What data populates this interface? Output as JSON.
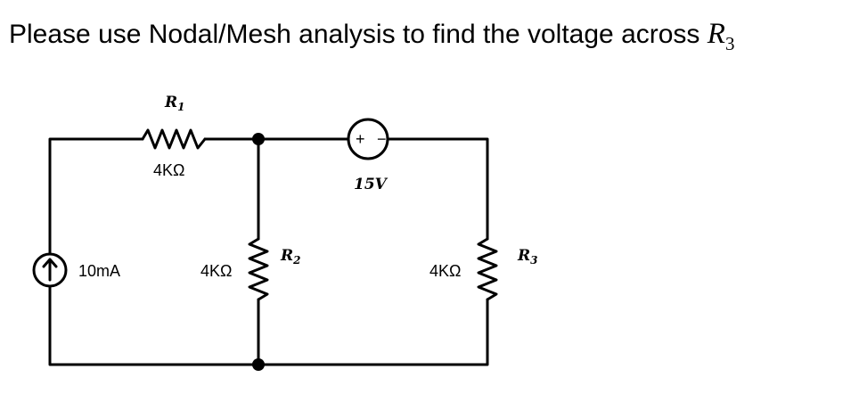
{
  "question": {
    "text": "Please use Nodal/Mesh analysis to find the voltage across ",
    "symbol": "R",
    "subscript": "3"
  },
  "circuit": {
    "r1": {
      "name": "R",
      "sub": "1",
      "value": "4KΩ"
    },
    "r2": {
      "name": "R",
      "sub": "2",
      "value": "4KΩ"
    },
    "r3": {
      "name": "R",
      "sub": "3",
      "value": "4KΩ"
    },
    "current_source": {
      "value": "10mA"
    },
    "voltage_source": {
      "value": "15V",
      "plus": "+",
      "minus": "−"
    }
  }
}
